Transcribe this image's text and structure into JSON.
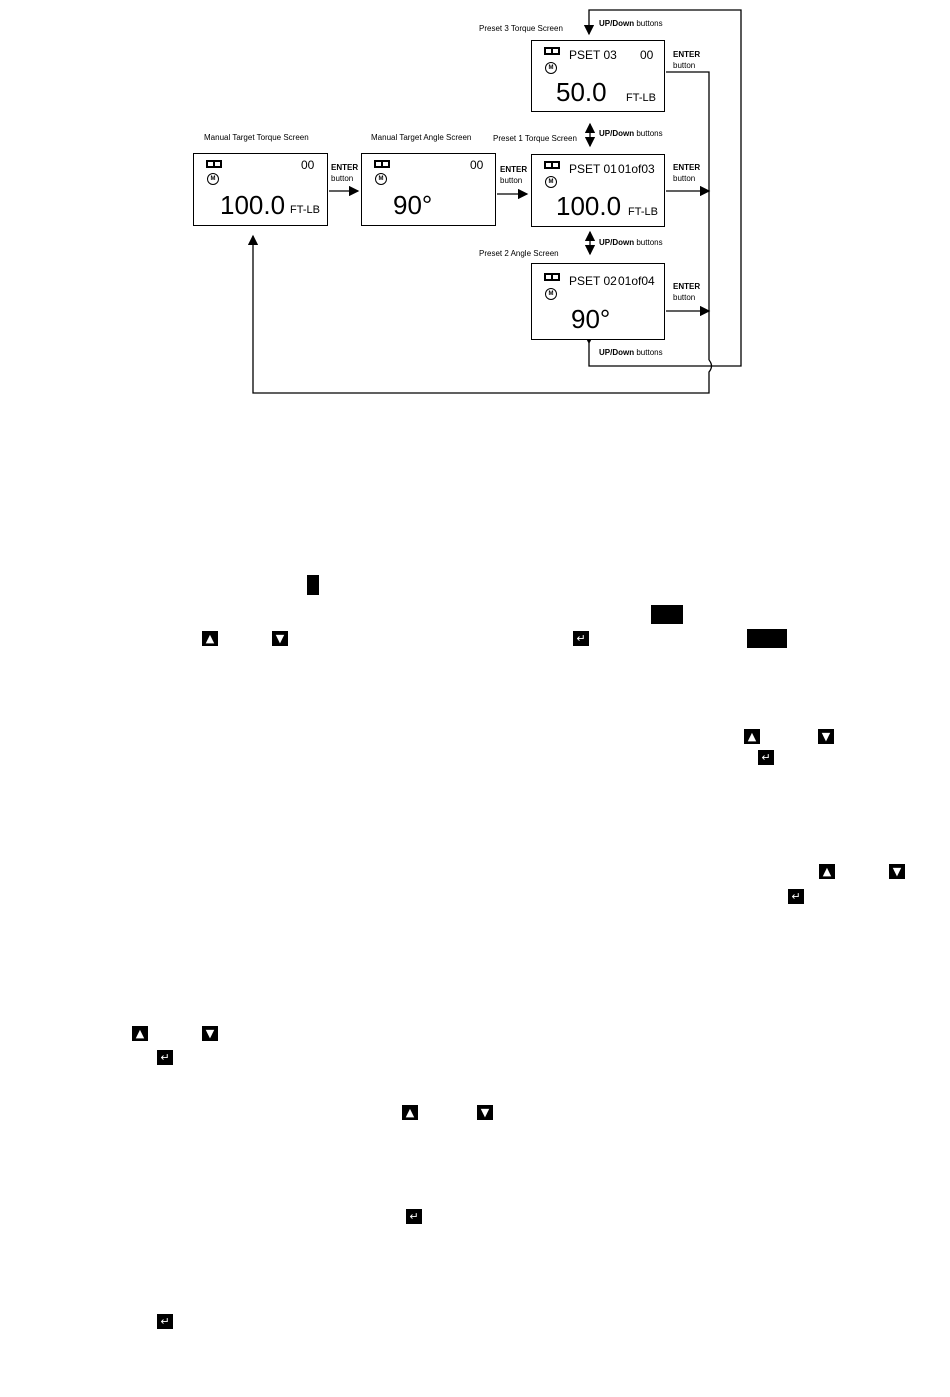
{
  "screens": {
    "manual_torque": {
      "caption": "Manual Target  Torque Screen",
      "top_right": "00",
      "value": "100.0",
      "unit": "FT-LB"
    },
    "manual_angle": {
      "caption": "Manual Target  Angle Screen",
      "top_right": "00",
      "value": "90°"
    },
    "preset1": {
      "caption": "Preset 1 Torque Screen",
      "title": "PSET 01",
      "count": "01of03",
      "value": "100.0",
      "unit": "FT-LB"
    },
    "preset2": {
      "caption": "Preset 2 Angle Screen",
      "title": "PSET 02",
      "count": "01of04",
      "value": "90°"
    },
    "preset3": {
      "caption": "Preset 3 Torque Screen",
      "title": "PSET 03",
      "count": "00",
      "value": "50.0",
      "unit": "FT-LB"
    }
  },
  "labels": {
    "enter_word": "ENTER",
    "button_word": "button",
    "updown_word": "UP/Down",
    "buttons_word": "buttons"
  },
  "icons": {
    "battery": "battery-icon",
    "mode": "manual-mode-icon",
    "up": "up-arrow-button-icon",
    "down": "down-arrow-button-icon",
    "enter": "enter-return-icon"
  },
  "glyphs": {
    "up": "▲",
    "down": "▼",
    "enter": "↵"
  }
}
